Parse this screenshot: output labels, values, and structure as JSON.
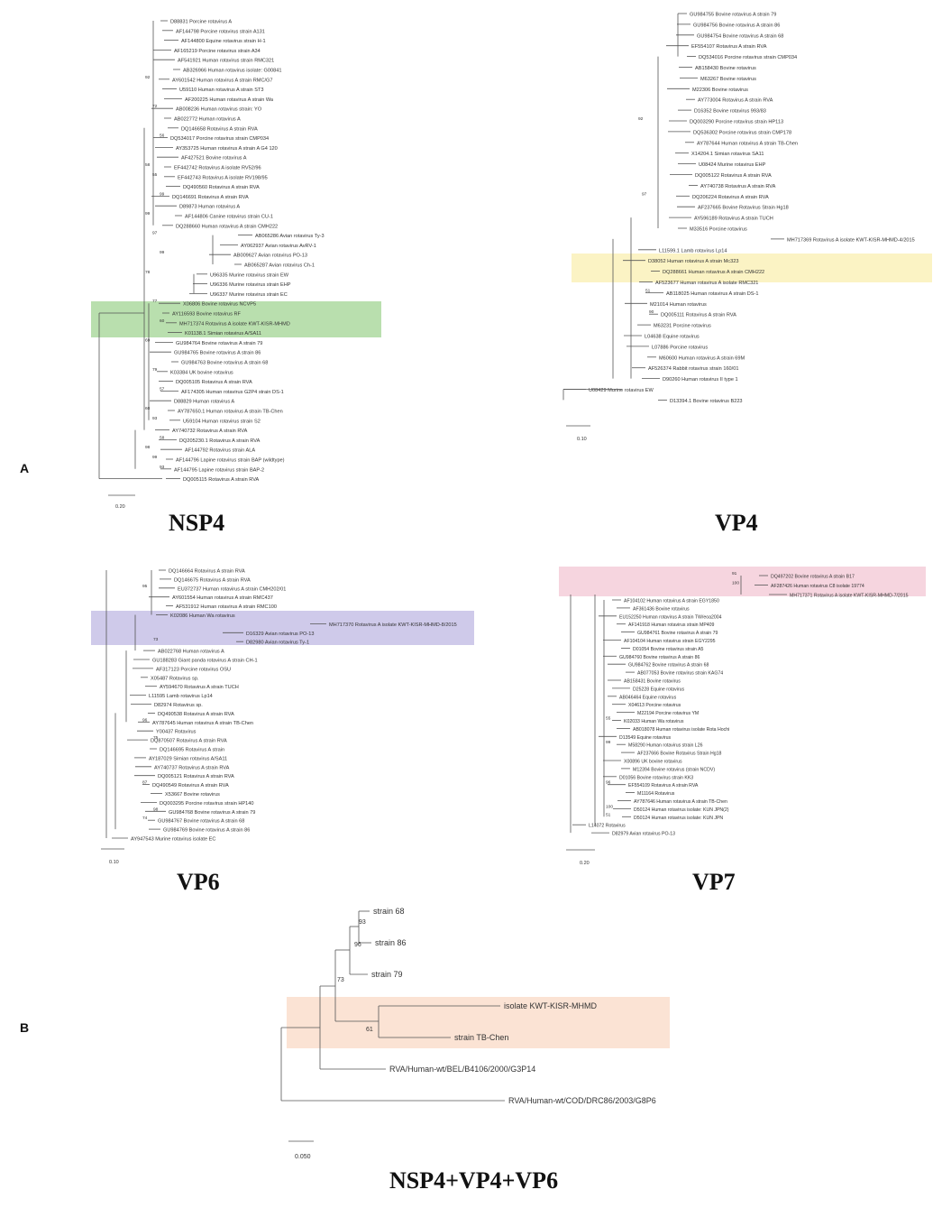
{
  "panel_labels": {
    "a": "A",
    "b": "B"
  },
  "gene_titles": {
    "nsp4": "NSP4",
    "vp4": "VP4",
    "vp6": "VP6",
    "vp7": "VP7",
    "combined": "NSP4+VP4+VP6"
  },
  "scale_bars": {
    "nsp4": "0.20",
    "vp4": "0.10",
    "vp6": "0.10",
    "vp7": "0.20",
    "combined": "0.050"
  },
  "highlight_colors": {
    "nsp4": "#b9dfae",
    "vp4": "#fbf3c4",
    "vp6": "#cfcaea",
    "vp7": "#f6d5df",
    "combined": "#fbe3d4"
  },
  "nsp4_taxa": [
    "D88831 Porcine rotavirus A",
    "AF144798 Porcine rotavirus strain A131",
    "AF144800 Equine rotavirus strain H-1",
    "AF165219 Porcine rotavirus strain A34",
    "AF541921 Human rotavirus strain RMC321",
    "AB326966 Human rotavirus isolate: G00841",
    "AY601542 Human rotavirus A strain RMC/G7",
    "U59110 Human rotavirus A strain ST3",
    "AF200225 Human rotavirus A strain Wa",
    "AB008236 Human rotavirus strain: YO",
    "AB022772 Human rotavirus A",
    "DQ146658 Rotavirus A strain RVA",
    "DQ534017 Porcine rotavirus strain CMP034",
    "AY353725 Human rotavirus A strain A G4 120",
    "AF427521 Bovine rotavirus A",
    "EF442742 Rotavirus A isolate RV52/96",
    "EF442743 Rotavirus A isolate RV198/95",
    "DQ490560 Rotavirus A strain RVA",
    "DQ146691 Rotavirus A strain RVA",
    "D89873 Human rotavirus A",
    "AF144806 Canine rotavirus strain CU-1",
    "DQ288660 Human rotavirus A strain CMH222",
    "AB065286 Avian rotavirus Ty-3",
    "AY062937 Avian rotavirus AvRV-1",
    "AB009627 Avian rotavirus PO-13",
    "AB065287 Avian rotavirus Ch-1",
    "U96335 Murine rotavirus strain EW",
    "U96336 Murine rotavirus strain EHP",
    "U96337 Murine rotavirus strain EC",
    "X06806 Bovine rotavirus NCVP5",
    "AY116593 Bovine rotavirus RF",
    "MH717374 Rotavirus A isolate KWT-KISR-MHMD",
    "K01138.1 Simian rotavirus A/SA11",
    "GU984764 Bovine rotavirus A strain 79",
    "GU984765 Bovine rotavirus A strain 86",
    "GU984763 Bovine rotavirus A strain 68",
    "K03384 UK bovine rotavirus",
    "DQ005105 Rotavirus A strain RVA",
    "AF174305 Human rotavirus G2P4 strain DS-1",
    "D88829 Human rotavirus A",
    "AY787650.1 Human rotavirus A strain TB-Chen",
    "U59104 Human rotavirus strain S2",
    "AY740732 Rotavirus A strain RVA",
    "DQ205230.1 Rotavirus A strain RVA",
    "AF144792 Rotavirus strain ALA",
    "AF144796 Lapine rotavirus strain BAP (wildtype)",
    "AF144795 Lapine rotavirus strain BAP-2",
    "DQ005115 Rotavirus A strain RVA"
  ],
  "nsp4_bootstrap": [
    "92",
    "72",
    "56",
    "58",
    "55",
    "99",
    "99",
    "97",
    "99",
    "78",
    "77",
    "60",
    "69",
    "79",
    "57",
    "60",
    "93",
    "58",
    "98",
    "99",
    "93"
  ],
  "vp4_taxa": [
    "GU984755 Bovine rotavirus A strain 79",
    "GU984756 Bovine rotavirus A strain 86",
    "GU984754 Bovine rotavirus A strain 68",
    "EF554107 Rotavirus A strain RVA",
    "DQ534016 Porcine rotavirus strain CMP034",
    "AB158430 Bovine rotavirus",
    "M63267 Bovine rotavirus",
    "M22306 Bovine rotavirus",
    "AY773004 Rotavirus A strain RVA",
    "D16352 Bovine rotavirus 993/83",
    "DQ003290 Porcine rotavirus strain HP113",
    "DQ536302 Porcine rotavirus strain CMP178",
    "AY787644 Human rotavirus A strain TB-Chen",
    "X14204.1 Simian rotavirus SA11",
    "U08424 Murine rotavirus EHP",
    "DQ005122 Rotavirus A strain RVA",
    "AY740738 Rotavirus A strain RVA",
    "DQ206224 Rotavirus A strain RVA",
    "AF237665 Bovine Rotavirus Strain Hg18",
    "AY596189 Rotavirus A strain TUCH",
    "M33516 Porcine rotavirus",
    "MH717369 Rotavirus A isolate KWT-KISR-MHMD-4/2015",
    "L11599.1 Lamb rotavirus Lp14",
    "D38052 Human rotavirus A strain Mc323",
    "DQ288661 Human rotavirus A strain CMH222",
    "AF523677 Human rotavirus A isolate RMC321",
    "AB118025 Human rotavirus A strain DS-1",
    "M21014 Human rotavirus",
    "DQ005111 Rotavirus A strain RVA",
    "M63231 Porcine rotavirus",
    "L04638 Equine rotavirus",
    "L07886 Porcine rotavirus",
    "M60600 Human rotavirus A strain 69M",
    "AF526374 Rabbit rotavirus strain 160/01",
    "D90260 Human rotavirus II type 1",
    "U08429 Murine rotavirus EW",
    "D13394.1 Bovine rotavirus B223"
  ],
  "vp4_bootstrap": [
    "92",
    "97",
    "51",
    "90"
  ],
  "vp6_taxa": [
    "DQ146664 Rotavirus A strain RVA",
    "DQ146675 Rotavirus A strain RVA",
    "EU372737 Human rotavirus A strain CMH202/01",
    "AY601554 Human rotavirus A strain RMC437",
    "AF531912 Human rotavirus A strain RMC100",
    "K02086 Human Wa rotavirus",
    "MH717370 Rotavirus A isolate KWT-KISR-MHMD-8/2015",
    "D16329 Avian rotavirus PO-13",
    "D82980 Avian rotavirus Ty-1",
    "AB022768 Human rotavirus A",
    "GU188283 Giant panda rotavirus A strain CH-1",
    "AF317123 Porcine rotavirus OSU",
    "X05487 Rotavirus sp.",
    "AY594670 Rotavirus A strain TUCH",
    "L11595 Lamb rotavirus Lp14",
    "D82974 Rotavirus sp.",
    "DQ490538 Rotavirus A strain RVA",
    "AY787645 Human rotavirus A strain TB-Chen",
    "Y00437 Rotavirus",
    "DQ870507 Rotavirus A strain RVA",
    "DQ146695 Rotavirus A strain",
    "AY187029 Simian rotavirus A/SA11",
    "AY740737 Rotavirus A strain RVA",
    "DQ005121 Rotavirus A strain RVA",
    "DQ490549 Rotavirus A strain RVA",
    "X53667 Bovine rotavirus",
    "DQ003295 Porcine rotavirus strain HP140",
    "GU984768 Bovine rotavirus A strain 79",
    "GU984767 Bovine rotavirus A strain 68",
    "GU984769 Bovine rotavirus A strain 86",
    "AY947543 Murine rotavirus isolate EC"
  ],
  "vp6_bootstrap": [
    "95",
    "73",
    "96",
    "75",
    "87",
    "98",
    "74"
  ],
  "vp7_taxa": [
    "DQ497202 Bovine rotavirus A strain B17",
    "AF287426 Human rotavirus C8 isolate 19774",
    "MH717371 Rotavirus A isolate KWT-KISR-MHMD-7/2015",
    "AF104102 Human rotavirus A strain EGY1850",
    "AF361436 Bovine rotavirus",
    "EU152250 Human rotavirus A strain TW/eoa2004",
    "AF141918 Human rotavirus strain MP409",
    "GU984761 Bovine rotavirus A strain 79",
    "AF104104 Human rotavirus strain EGY2295",
    "D01054 Bovine rotavirus strain A5",
    "GU984760 Bovine rotavirus A strain 86",
    "GU984762 Bovine rotavirus A strain 68",
    "AB077053 Bovine rotavirus strain KAG74",
    "AB158431 Bovine rotavirus",
    "D25228 Equine rotavirus",
    "AB046464 Equine rotavirus",
    "X04613 Porcine rotavirus",
    "M22194 Porcine rotavirus YM",
    "K02033 Human Wa rotavirus",
    "AB018078 Human rotavirus isolate Rota Hochi",
    "D13549 Equine rotavirus",
    "M58290 Human rotavirus strain L26",
    "AF237666 Bovine Rotavirus Strain Hg18",
    "X00896 UK bovine rotavirus",
    "M12394 Bovine rotavirus (strain NCDV)",
    "D01056 Bovine rotavirus strain KK3",
    "EF554109 Rotavirus A strain RVA",
    "M11164 Rotavirus",
    "AY787646 Human rotavirus A strain TB-Chen",
    "D50124 Human rotavirus isolate: KUN JPN(2)",
    "D50124 Human rotavirus isolate: KUN JPN",
    "L14072 Rotavirus",
    "D82979 Avian rotavirus PO-13"
  ],
  "vp7_bootstrap": [
    "91",
    "100",
    "55",
    "99",
    "96",
    "100",
    "51"
  ],
  "combined_taxa": [
    "strain 68",
    "strain 86",
    "strain 79",
    "isolate KWT-KISR-MHMD",
    "strain TB-Chen",
    "RVA/Human-wt/BEL/B4106/2000/G3P14",
    "RVA/Human-wt/COD/DRC86/2003/G8P6"
  ],
  "combined_bootstrap": [
    "93",
    "96",
    "73",
    "61"
  ]
}
